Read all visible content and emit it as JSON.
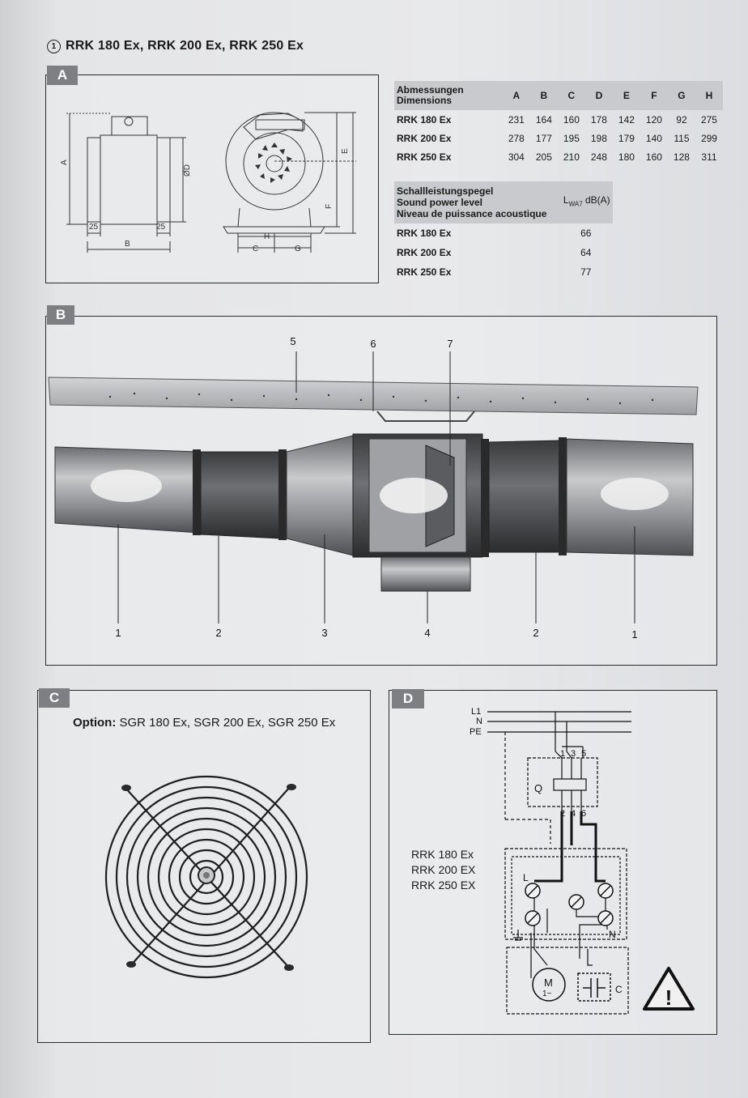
{
  "header": {
    "number": "1",
    "title": "RRK 180 Ex, RRK 200 Ex, RRK 250 Ex"
  },
  "panels": {
    "a": "A",
    "b": "B",
    "c": "C",
    "d": "D"
  },
  "drawing_a": {
    "labels": [
      "A",
      "ØD",
      "E",
      "F",
      "25",
      "25",
      "B",
      "C",
      "H",
      "G"
    ]
  },
  "dimensions": {
    "header_de": "Abmessungen",
    "header_en": "Dimensions",
    "columns": [
      "A",
      "B",
      "C",
      "D",
      "E",
      "F",
      "G",
      "H"
    ],
    "rows": [
      {
        "model": "RRK 180 Ex",
        "values": [
          "231",
          "164",
          "160",
          "178",
          "142",
          "120",
          "92",
          "275"
        ]
      },
      {
        "model": "RRK 200 Ex",
        "values": [
          "278",
          "177",
          "195",
          "198",
          "179",
          "140",
          "115",
          "299"
        ]
      },
      {
        "model": "RRK 250 Ex",
        "values": [
          "304",
          "205",
          "210",
          "248",
          "180",
          "160",
          "128",
          "311"
        ]
      }
    ]
  },
  "sound": {
    "header_de": "Schallleistungspegel",
    "header_en": "Sound power level",
    "header_fr": "Niveau de puissance acoustique",
    "unit_main": "L",
    "unit_sub": "WA7",
    "unit_tail": " dB(A)",
    "rows": [
      {
        "model": "RRK 180 Ex",
        "value": "66"
      },
      {
        "model": "RRK 200 Ex",
        "value": "64"
      },
      {
        "model": "RRK 250 Ex",
        "value": "77"
      }
    ]
  },
  "drawing_b": {
    "callouts": [
      "5",
      "6",
      "7",
      "1",
      "2",
      "3",
      "4",
      "2",
      "1"
    ]
  },
  "panel_c": {
    "option_label": "Option:",
    "option_models": " SGR 180 Ex, SGR 200 Ex, SGR 250 Ex"
  },
  "panel_d": {
    "lines": [
      "L1",
      "N",
      "PE"
    ],
    "terminals_top": [
      "1",
      "3",
      "5"
    ],
    "terminals_bottom": [
      "2",
      "4",
      "6"
    ],
    "q_label": "Q",
    "l_label": "L",
    "n_label": "N",
    "motor_label": "M",
    "motor_sub": "1~",
    "capacitor_label": "C",
    "models": [
      "RRK 180 EX",
      "RRK 200 EX",
      "RRK 250 EX"
    ],
    "models_first": "RRK 180 Ex",
    "warning": "!"
  }
}
